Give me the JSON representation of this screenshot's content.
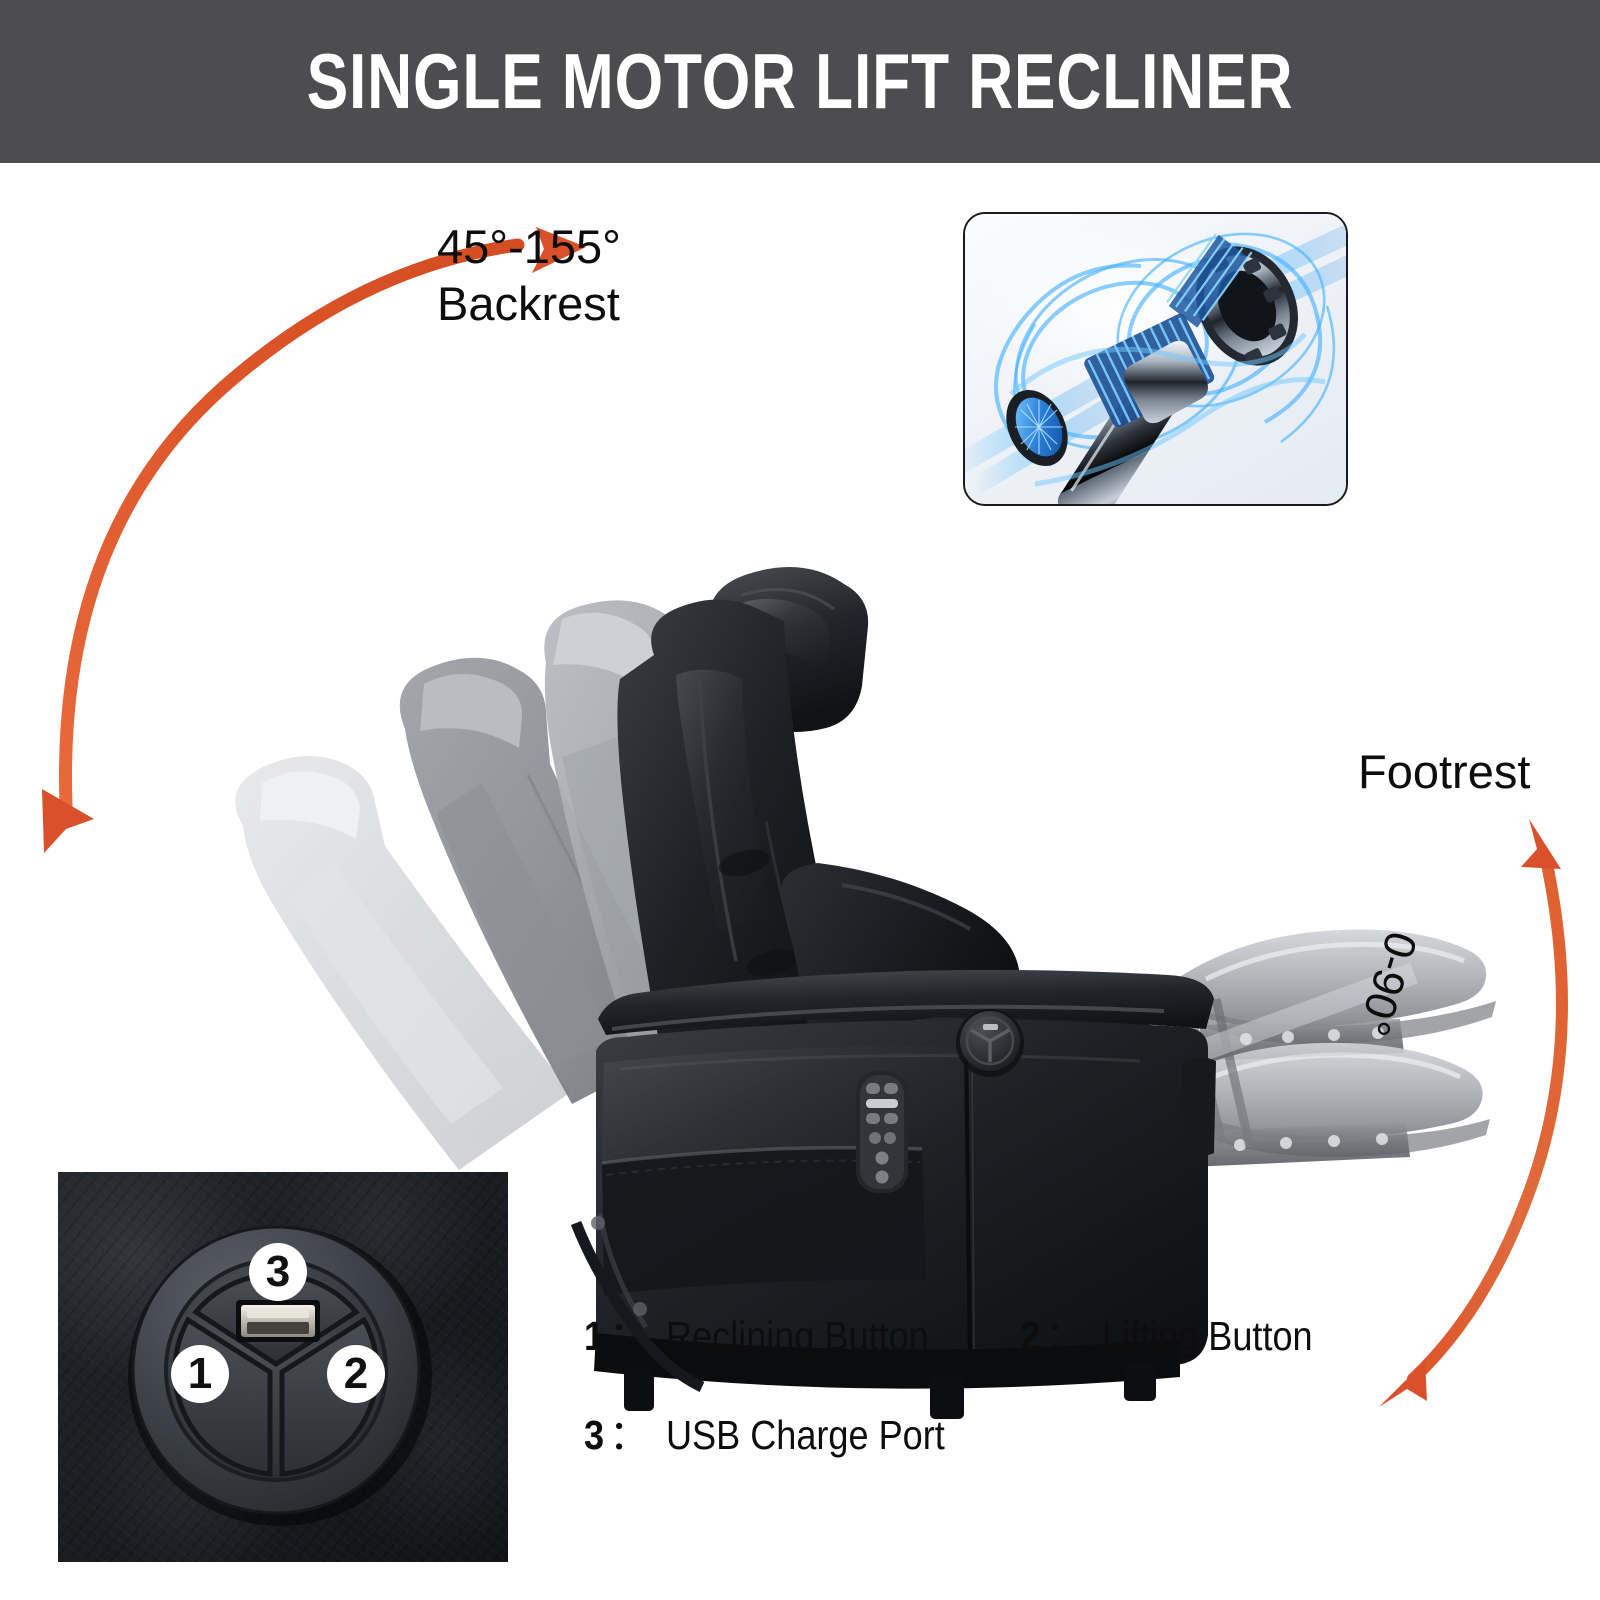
{
  "header": {
    "title": "SINGLE MOTOR LIFT RECLINER",
    "bg_color": "#4d4d50",
    "text_color": "#ffffff"
  },
  "theme": {
    "accent_orange": "#dc5529",
    "page_bg": "#ffffff",
    "label_color": "#0d0d0d"
  },
  "annotations": {
    "backrest": {
      "angle_range": "45°-155°",
      "name": "Backrest",
      "arrow": "double-headed-curved-arrow"
    },
    "footrest": {
      "name": "Footrest",
      "angle_range": "0-90°",
      "arrow": "double-headed-curved-arrow"
    }
  },
  "insets": {
    "motor": {
      "name": "single-motor-cutaway",
      "border_color": "#1a1a1c",
      "glow_color": "#35a8ff"
    },
    "usb_panel": {
      "name": "control-pod-usb-closeup",
      "badges": [
        "1",
        "2",
        "3"
      ],
      "badge_positions": {
        "1": "left-button",
        "2": "right-button",
        "3": "usb-port-top"
      }
    }
  },
  "legend": {
    "colon": "：",
    "items": [
      {
        "num": "1",
        "label": "Reclining Button"
      },
      {
        "num": "2",
        "label": "Lifting Button"
      },
      {
        "num": "3",
        "label": "USB Charge Port"
      }
    ]
  },
  "product": {
    "name": "power-lift-recliner-chair",
    "color": "black-leather",
    "backrest_ghost_positions": 3,
    "footrest_ghost_positions": 2
  }
}
